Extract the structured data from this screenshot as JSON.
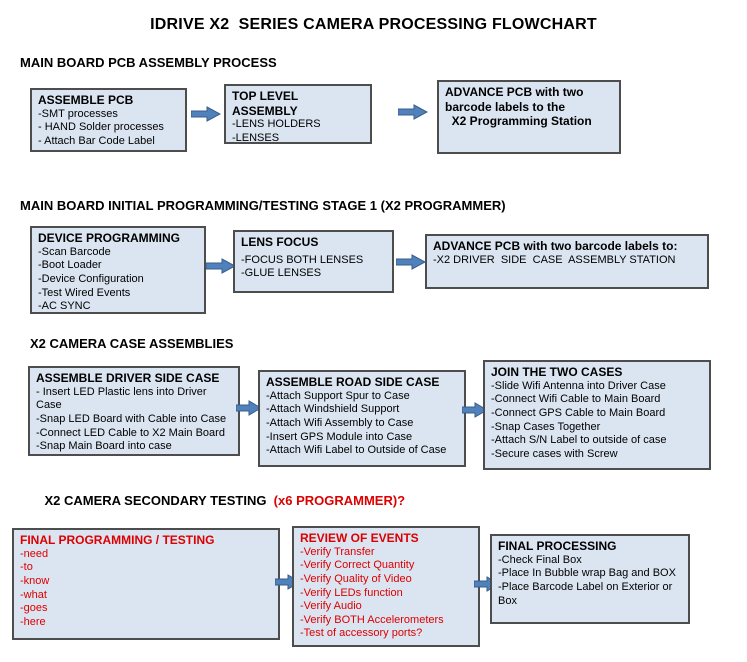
{
  "title": "IDRIVE X2  SERIES CAMERA PROCESSING FLOWCHART",
  "colors": {
    "box_background": "#dbe5f1",
    "box_border": "#4d4d4d",
    "arrow_blue": "#4f81bd",
    "alert_red": "#dd0000"
  },
  "sections": [
    {
      "heading": "MAIN BOARD PCB ASSEMBLY PROCESS",
      "boxes": [
        {
          "title": "ASSEMBLE PCB",
          "items": [
            "-SMT processes",
            "- HAND Solder processes",
            "- Attach Bar Code Label"
          ]
        },
        {
          "title": "TOP LEVEL ASSEMBLY",
          "items": [
            "-LENS HOLDERS",
            "-LENSES"
          ]
        },
        {
          "title": "ADVANCE PCB with two barcode labels to the\n  X2 Programming Station",
          "items": []
        }
      ]
    },
    {
      "heading": "MAIN BOARD INITIAL PROGRAMMING/TESTING STAGE 1 (X2 PROGRAMMER)",
      "boxes": [
        {
          "title": "DEVICE PROGRAMMING",
          "items": [
            "-Scan Barcode",
            "-Boot Loader",
            "-Device Configuration",
            "-Test Wired Events",
            "-AC SYNC"
          ]
        },
        {
          "title": "LENS FOCUS",
          "items": [
            "-FOCUS BOTH LENSES",
            "-GLUE LENSES"
          ]
        },
        {
          "title": "ADVANCE PCB with two barcode labels to:",
          "items": [
            "-X2 DRIVER  SIDE  CASE  ASSEMBLY STATION"
          ]
        }
      ]
    },
    {
      "heading": "X2 CAMERA CASE ASSEMBLIES",
      "boxes": [
        {
          "title": "ASSEMBLE DRIVER SIDE CASE",
          "items": [
            "- Insert LED Plastic lens into Driver Case",
            "-Snap LED Board with Cable into Case",
            "-Connect LED Cable to X2 Main Board",
            "-Snap Main Board into case"
          ]
        },
        {
          "title": "ASSEMBLE ROAD SIDE CASE",
          "items": [
            "-Attach Support Spur to Case",
            "-Attach Windshield Support",
            "-Attach Wifi Assembly to Case",
            "-Insert GPS Module into Case",
            "-Attach Wifi Label to Outside of Case"
          ]
        },
        {
          "title": "JOIN THE TWO CASES",
          "items": [
            "-Slide Wifi Antenna into Driver Case",
            "-Connect Wifi Cable to Main Board",
            "-Connect GPS Cable to Main Board",
            "-Snap Cases Together",
            "-Attach S/N Label to outside of case",
            "-Secure cases with Screw"
          ]
        }
      ]
    },
    {
      "heading": "X2 CAMERA SECONDARY TESTING  ",
      "heading_red": "(x6 PROGRAMMER)?",
      "boxes": [
        {
          "title": "FINAL PROGRAMMING / TESTING",
          "items": [
            "-need",
            "-to",
            "-know",
            "-what",
            "-goes",
            "-here"
          ]
        },
        {
          "title": "REVIEW OF EVENTS",
          "items": [
            "-Verify Transfer",
            "-Verify Correct Quantity",
            "-Verify Quality of Video",
            "-Verify LEDs function",
            "-Verify Audio",
            "-Verify BOTH Accelerometers",
            "-Test of accessory ports?"
          ]
        },
        {
          "title": "FINAL PROCESSING",
          "items": [
            "-Check Final Box",
            "-Place In Bubble wrap Bag and BOX",
            "-Place Barcode Label on Exterior or Box"
          ]
        }
      ]
    }
  ]
}
